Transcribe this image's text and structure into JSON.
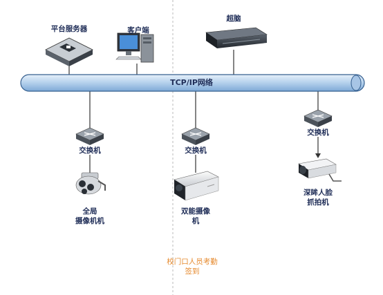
{
  "nodes": {
    "platform_server": "平台服务器",
    "client": "客户端",
    "super_brain": "超脑",
    "switch_1": "交换机",
    "switch_2": "交换机",
    "switch_3": "交换机",
    "panoramic_camera_line1": "全局",
    "panoramic_camera_line2": "摄像机机",
    "binocular_camera_line1": "双能摄像",
    "binocular_camera_line2": "机",
    "face_camera_line1": "深眸人脸",
    "face_camera_line2": "抓拍机"
  },
  "network": {
    "label": "TCP/IP网络"
  },
  "zone_caption": {
    "line1": "校门口人员考勤",
    "line2": "签到"
  }
}
